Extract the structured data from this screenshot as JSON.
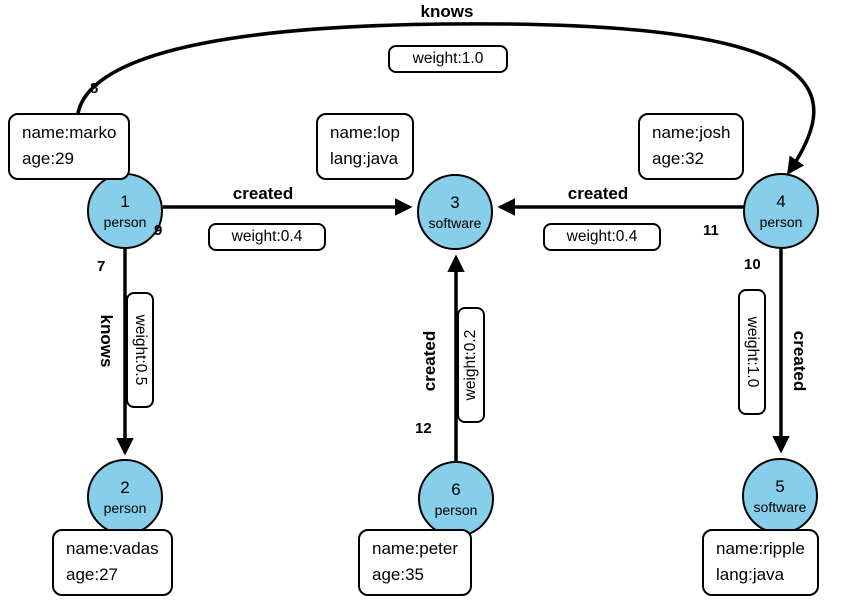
{
  "diagram": {
    "colors": {
      "node_fill": "#87CEEB",
      "node_border": "#000000",
      "edge_color": "#000000",
      "background": "#ffffff"
    },
    "nodes": [
      {
        "id": "1",
        "type": "person",
        "properties": [
          "name:marko",
          "age:29"
        ]
      },
      {
        "id": "2",
        "type": "person",
        "properties": [
          "name:vadas",
          "age:27"
        ]
      },
      {
        "id": "3",
        "type": "software",
        "properties": [
          "name:lop",
          "lang:java"
        ]
      },
      {
        "id": "4",
        "type": "person",
        "properties": [
          "name:josh",
          "age:32"
        ]
      },
      {
        "id": "5",
        "type": "software",
        "properties": [
          "name:ripple",
          "lang:java"
        ]
      },
      {
        "id": "6",
        "type": "person",
        "properties": [
          "name:peter",
          "age:35"
        ]
      }
    ],
    "edges": [
      {
        "id": "7",
        "label": "knows",
        "weight": "weight:0.5",
        "from": "1",
        "to": "2"
      },
      {
        "id": "8",
        "label": "knows",
        "weight": "weight:1.0",
        "from": "1",
        "to": "4"
      },
      {
        "id": "9",
        "label": "created",
        "weight": "weight:0.4",
        "from": "1",
        "to": "3"
      },
      {
        "id": "10",
        "label": "created",
        "weight": "weight:1.0",
        "from": "4",
        "to": "5"
      },
      {
        "id": "11",
        "label": "created",
        "weight": "weight:0.4",
        "from": "4",
        "to": "3"
      },
      {
        "id": "12",
        "label": "created",
        "weight": "weight:0.2",
        "from": "6",
        "to": "3"
      }
    ]
  }
}
